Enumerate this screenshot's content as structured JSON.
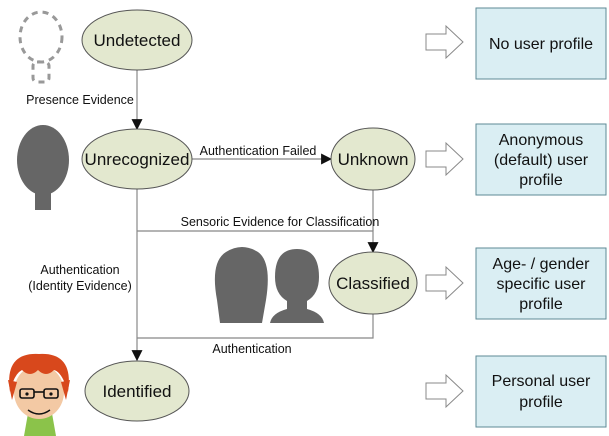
{
  "states": {
    "undetected": "Undetected",
    "unrecognized": "Unrecognized",
    "unknown": "Unknown",
    "classified": "Classified",
    "identified": "Identified"
  },
  "transitions": {
    "presence": "Presence Evidence",
    "auth_failed": "Authentication Failed",
    "sensoric": "Sensoric Evidence for Classification",
    "auth_identity_line1": "Authentication",
    "auth_identity_line2": "(Identity Evidence)",
    "authentication": "Authentication"
  },
  "profiles": {
    "none": [
      "No user profile"
    ],
    "anonymous": [
      "Anonymous",
      "(default) user",
      "profile"
    ],
    "age_gender": [
      "Age- / gender",
      "specific user",
      "profile"
    ],
    "personal": [
      "Personal user",
      "profile"
    ]
  },
  "colors": {
    "state_fill": "#e3e8cf",
    "state_stroke": "#555555",
    "profile_fill": "#daeef3",
    "profile_stroke": "#5e8a96",
    "line": "#888888",
    "silhouette": "#666666",
    "hair": "#d8481c",
    "shirt": "#8bc34a",
    "skin": "#f3c9a4"
  }
}
